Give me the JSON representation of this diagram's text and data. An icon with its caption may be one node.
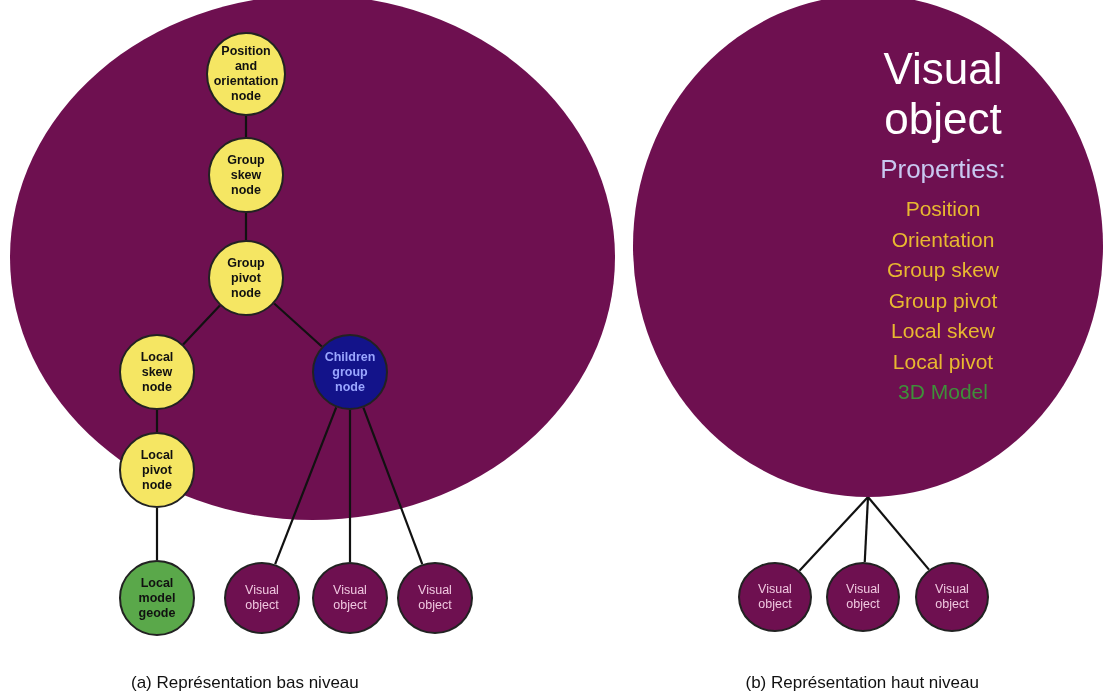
{
  "diagram": {
    "nodes": [
      {
        "text": [],
        "shape": "circle"
      },
      {
        "text": [
          "Position and orientation node"
        ],
        "in": 0
      },
      {
        "text": [
          "Group skew node"
        ],
        "in": 0
      },
      {
        "text": [
          "Group pivot node"
        ],
        "in": 0
      },
      {
        "text": [
          "Local skew node"
        ],
        "in": 0
      },
      {
        "text": [
          "Children group node"
        ],
        "in": 0
      },
      {
        "text": [
          "Local pivot node"
        ],
        "in": 0
      },
      {
        "text": [
          "Local model geode"
        ]
      },
      {
        "text": [
          "Visual object"
        ]
      },
      {
        "text": [
          "Visual object"
        ]
      },
      {
        "text": [
          "Visual object"
        ]
      },
      {
        "text": [
          "Visual object",
          "Properties:",
          "Position",
          "Orientation",
          "Group skew",
          "Group pivot",
          "Local skew",
          "Local pivot",
          "3D Model"
        ]
      },
      {
        "text": [
          "Visual object"
        ]
      },
      {
        "text": [
          "Visual object"
        ]
      },
      {
        "text": [
          "Visual object"
        ]
      }
    ],
    "edges": [
      {
        "from": 1,
        "to": 2,
        "arrow": "none"
      },
      {
        "from": 2,
        "to": 3,
        "arrow": "none"
      },
      {
        "from": 3,
        "to": 4,
        "arrow": "none"
      },
      {
        "from": 3,
        "to": 5,
        "arrow": "none"
      },
      {
        "from": 4,
        "to": 6,
        "arrow": "none"
      },
      {
        "from": 6,
        "to": 7,
        "arrow": "none"
      },
      {
        "from": 5,
        "to": 8,
        "arrow": "none"
      },
      {
        "from": 5,
        "to": 9,
        "arrow": "none"
      },
      {
        "from": 5,
        "to": 10,
        "arrow": "none"
      },
      {
        "from": 11,
        "to": 12,
        "arrow": "none"
      },
      {
        "from": 11,
        "to": 13,
        "arrow": "none"
      },
      {
        "from": 11,
        "to": 14,
        "arrow": "none"
      }
    ],
    "labels": [
      "(a) Représentation bas niveau",
      "(b) Représentation haut niveau"
    ]
  }
}
